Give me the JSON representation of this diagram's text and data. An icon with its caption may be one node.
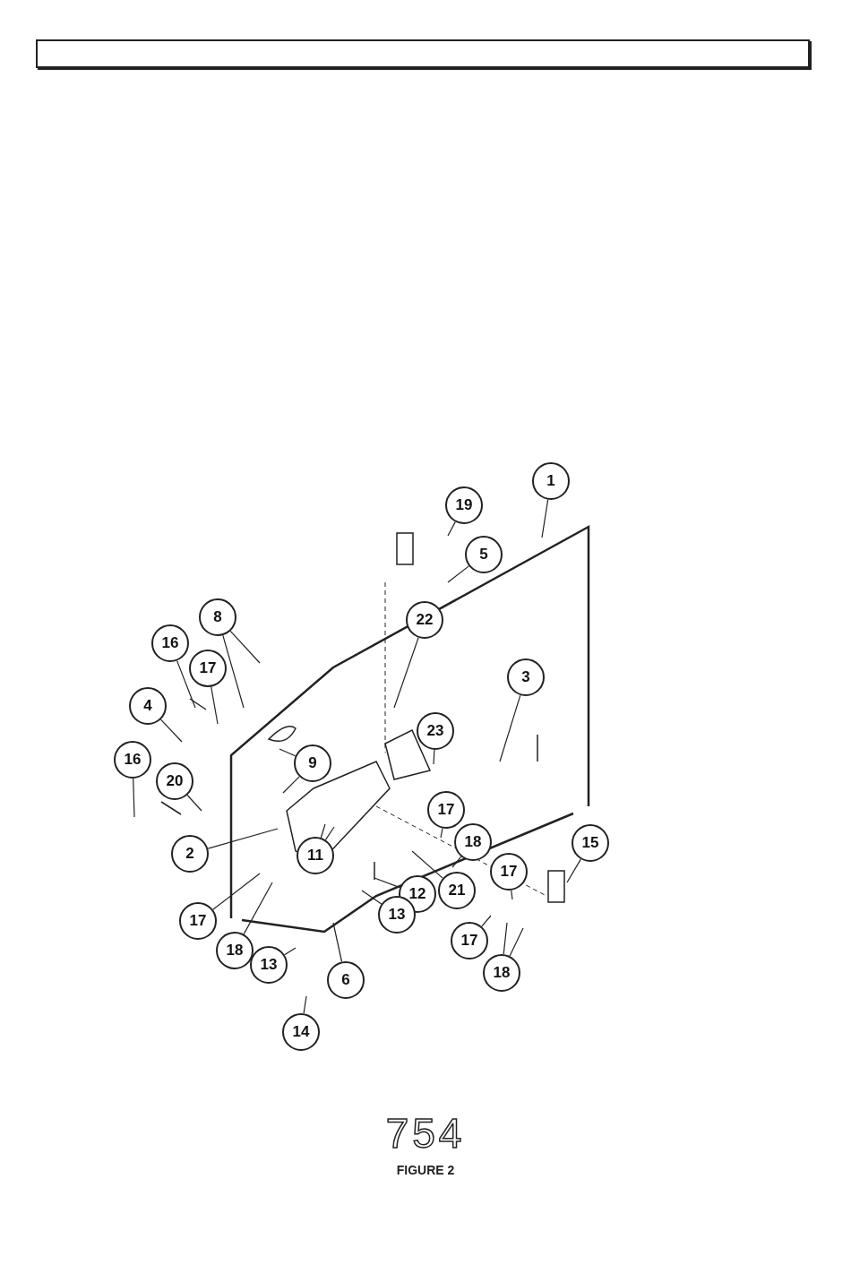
{
  "diagram": {
    "caption": "FIGURE 2",
    "nodes": [
      {
        "text": [
          "1"
        ]
      },
      {
        "text": [
          "19"
        ]
      },
      {
        "text": [
          "5"
        ]
      },
      {
        "text": [
          "8"
        ]
      },
      {
        "text": [
          "22"
        ]
      },
      {
        "text": [
          "16"
        ]
      },
      {
        "text": [
          "17"
        ]
      },
      {
        "text": [
          "3"
        ]
      },
      {
        "text": [
          "4"
        ]
      },
      {
        "text": [
          "23"
        ]
      },
      {
        "text": [
          "9"
        ]
      },
      {
        "text": [
          "16"
        ]
      },
      {
        "text": [
          "20"
        ]
      },
      {
        "text": [
          "17"
        ]
      },
      {
        "text": [
          "2"
        ]
      },
      {
        "text": [
          "11"
        ]
      },
      {
        "text": [
          "18"
        ]
      },
      {
        "text": [
          "15"
        ]
      },
      {
        "text": [
          "17"
        ]
      },
      {
        "text": [
          "12"
        ]
      },
      {
        "text": [
          "21"
        ]
      },
      {
        "text": [
          "17"
        ]
      },
      {
        "text": [
          "13"
        ]
      },
      {
        "text": [
          "18"
        ]
      },
      {
        "text": [
          "17"
        ]
      },
      {
        "text": [
          "13"
        ]
      },
      {
        "text": [
          "6"
        ]
      },
      {
        "text": [
          "18"
        ]
      },
      {
        "text": [
          "14"
        ]
      }
    ],
    "edges": [
      {
        "from": 0,
        "to": null,
        "arrow": "none"
      },
      {
        "from": 1,
        "to": null,
        "arrow": "none"
      },
      {
        "from": 2,
        "to": null,
        "arrow": "none"
      },
      {
        "from": 3,
        "to": null,
        "arrow": "none"
      },
      {
        "from": 3,
        "to": null,
        "arrow": "none"
      },
      {
        "from": 4,
        "to": null,
        "arrow": "none"
      },
      {
        "from": 5,
        "to": null,
        "arrow": "none"
      },
      {
        "from": 6,
        "to": null,
        "arrow": "none"
      },
      {
        "from": 7,
        "to": null,
        "arrow": "none"
      },
      {
        "from": 8,
        "to": null,
        "arrow": "none"
      },
      {
        "from": 9,
        "to": null,
        "arrow": "none"
      },
      {
        "from": 10,
        "to": null,
        "arrow": "none"
      },
      {
        "from": 10,
        "to": null,
        "arrow": "none"
      },
      {
        "from": 11,
        "to": null,
        "arrow": "none"
      },
      {
        "from": 12,
        "to": null,
        "arrow": "none"
      },
      {
        "from": 13,
        "to": null,
        "arrow": "none"
      },
      {
        "from": 14,
        "to": null,
        "arrow": "none"
      },
      {
        "from": 15,
        "to": null,
        "arrow": "none"
      },
      {
        "from": 15,
        "to": null,
        "arrow": "none"
      },
      {
        "from": 16,
        "to": null,
        "arrow": "none"
      },
      {
        "from": 17,
        "to": null,
        "arrow": "none"
      },
      {
        "from": 18,
        "to": null,
        "arrow": "none"
      },
      {
        "from": 19,
        "to": null,
        "arrow": "none"
      },
      {
        "from": 20,
        "to": null,
        "arrow": "none"
      },
      {
        "from": 21,
        "to": null,
        "arrow": "none"
      },
      {
        "from": 22,
        "to": null,
        "arrow": "none"
      },
      {
        "from": 23,
        "to": null,
        "arrow": "none"
      },
      {
        "from": 24,
        "to": null,
        "arrow": "none"
      },
      {
        "from": 25,
        "to": null,
        "arrow": "none"
      },
      {
        "from": 26,
        "to": null,
        "arrow": "none"
      },
      {
        "from": 27,
        "to": null,
        "arrow": "none"
      },
      {
        "from": 27,
        "to": null,
        "arrow": "none"
      },
      {
        "from": 28,
        "to": null,
        "arrow": "none"
      }
    ],
    "labels": [
      "754"
    ]
  }
}
